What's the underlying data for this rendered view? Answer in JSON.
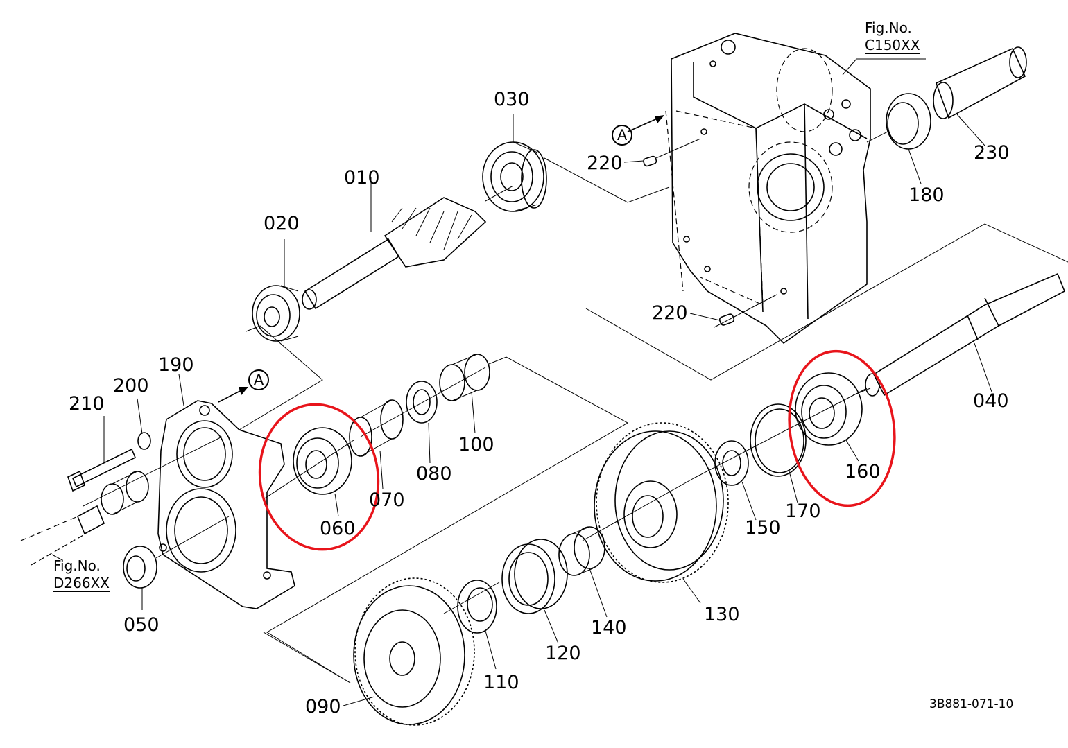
{
  "figure": {
    "doc_code": "3B881-071-10",
    "fig_refs": [
      {
        "id": "top",
        "label": "Fig.No.",
        "code": "C150XX"
      },
      {
        "id": "left",
        "label": "Fig.No.",
        "code": "D266XX"
      }
    ],
    "view_marker": "A"
  },
  "parts": [
    {
      "id": "010",
      "label": "010"
    },
    {
      "id": "020",
      "label": "020"
    },
    {
      "id": "030",
      "label": "030"
    },
    {
      "id": "040",
      "label": "040"
    },
    {
      "id": "050",
      "label": "050"
    },
    {
      "id": "060",
      "label": "060",
      "highlighted": true
    },
    {
      "id": "070",
      "label": "070"
    },
    {
      "id": "080",
      "label": "080"
    },
    {
      "id": "090",
      "label": "090"
    },
    {
      "id": "100",
      "label": "100"
    },
    {
      "id": "110",
      "label": "110"
    },
    {
      "id": "120",
      "label": "120"
    },
    {
      "id": "130",
      "label": "130"
    },
    {
      "id": "140",
      "label": "140"
    },
    {
      "id": "150",
      "label": "150"
    },
    {
      "id": "160",
      "label": "160",
      "highlighted": true
    },
    {
      "id": "170",
      "label": "170"
    },
    {
      "id": "180",
      "label": "180"
    },
    {
      "id": "190",
      "label": "190"
    },
    {
      "id": "200",
      "label": "200"
    },
    {
      "id": "210",
      "label": "210"
    },
    {
      "id": "220a",
      "label": "220"
    },
    {
      "id": "220b",
      "label": "220"
    },
    {
      "id": "230",
      "label": "230"
    }
  ],
  "colors": {
    "line": "#000000",
    "highlight": "#e8141b",
    "background": "#ffffff"
  }
}
